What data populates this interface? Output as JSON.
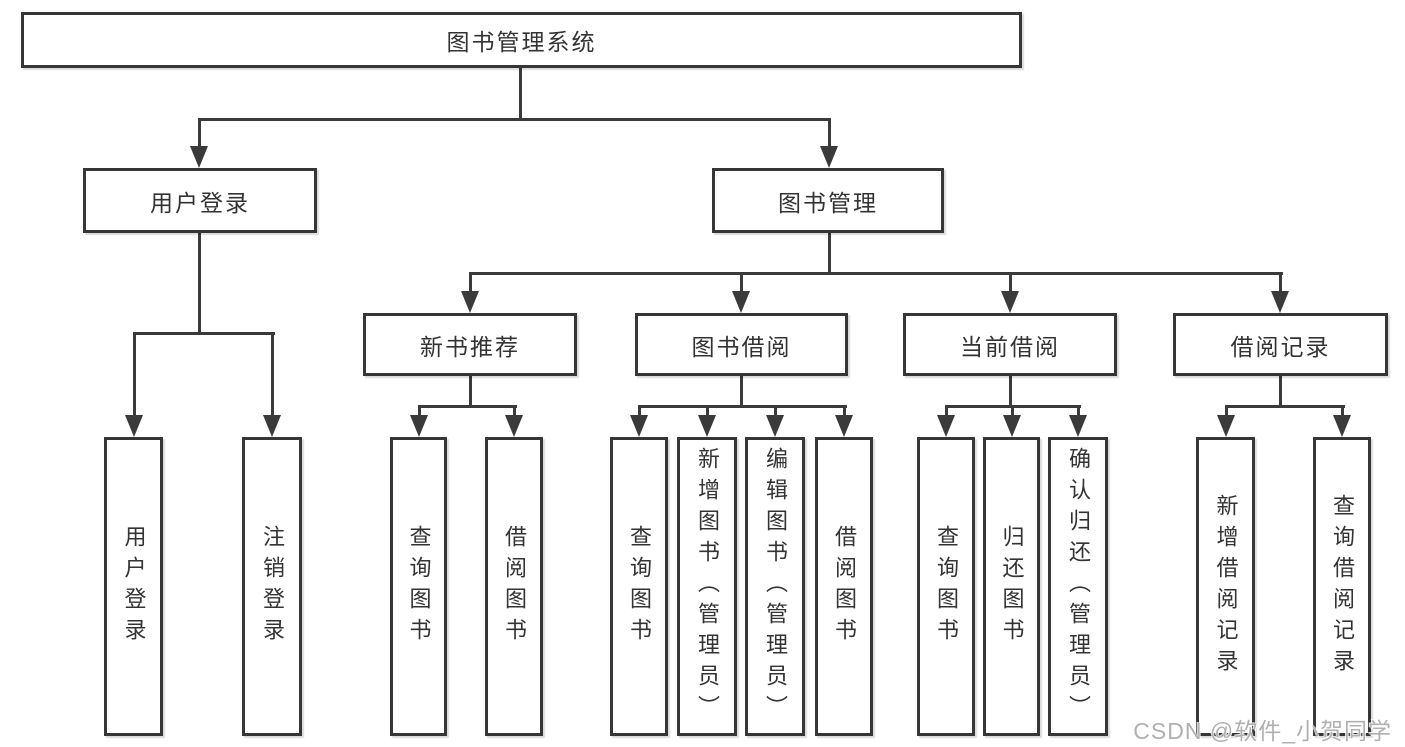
{
  "tree": {
    "label": "图书管理系统",
    "children": [
      {
        "label": "用户登录",
        "children": [
          {
            "label": "用户登录"
          },
          {
            "label": "注销登录"
          }
        ]
      },
      {
        "label": "图书管理",
        "children": [
          {
            "label": "新书推荐",
            "children": [
              {
                "label": "查询图书"
              },
              {
                "label": "借阅图书"
              }
            ]
          },
          {
            "label": "图书借阅",
            "children": [
              {
                "label": "查询图书"
              },
              {
                "label": "新增图书（管理员）"
              },
              {
                "label": "编辑图书（管理员）"
              },
              {
                "label": "借阅图书"
              }
            ]
          },
          {
            "label": "当前借阅",
            "children": [
              {
                "label": "查询图书"
              },
              {
                "label": "归还图书"
              },
              {
                "label": "确认归还（管理员）"
              }
            ]
          },
          {
            "label": "借阅记录",
            "children": [
              {
                "label": "新增借阅记录"
              },
              {
                "label": "查询借阅记录"
              }
            ]
          }
        ]
      }
    ]
  },
  "watermark": {
    "text": "CSDN @软件_小贺同学"
  },
  "colors": {
    "line": "#3a3a3a",
    "box_border": "#363636",
    "box_fill": "#ffffff",
    "text": "#333333",
    "watermark": "#b0b0b0"
  }
}
